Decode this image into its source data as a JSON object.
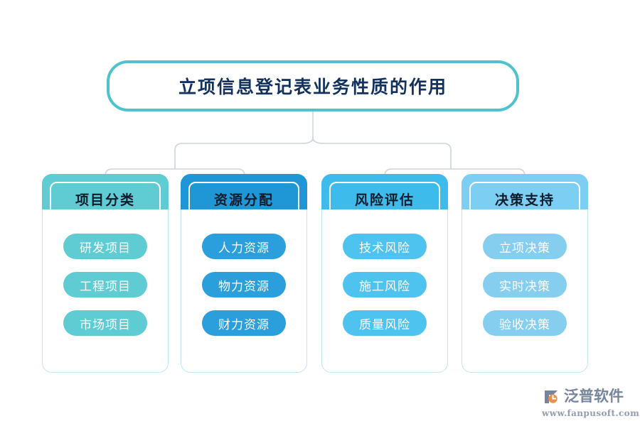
{
  "diagram": {
    "type": "org-chart",
    "root": {
      "title": "立项信息登记表业务性质的作用"
    },
    "branches": [
      {
        "header": "项目分类",
        "color": "#5FCBD3",
        "pill_color": "#5FCBD3",
        "items": [
          "研发项目",
          "工程项目",
          "市场项目"
        ]
      },
      {
        "header": "资源分配",
        "color": "#1F96D6",
        "pill_color": "#2A9FDC",
        "items": [
          "人力资源",
          "物力资源",
          "财力资源"
        ]
      },
      {
        "header": "风险评估",
        "color": "#3DBCEB",
        "pill_color": "#4FC3EF",
        "items": [
          "技术风险",
          "施工风险",
          "质量风险"
        ]
      },
      {
        "header": "决策支持",
        "color": "#7CCEF2",
        "pill_color": "#85CEF0",
        "items": [
          "立项决策",
          "实时决策",
          "验收决策"
        ]
      }
    ]
  },
  "theme": {
    "background": "#FFFFFF",
    "root_border": "#4EC3CE",
    "root_text": "#12315C",
    "card_border": "#BFE4F2",
    "connector": "#CCD4DE",
    "header_text": "#0D1B2A",
    "pill_text": "#FFFFFF"
  },
  "watermark": {
    "brand": "泛普软件",
    "url": "www.fanpusoft.com",
    "brand_color": "#6B7A94",
    "accent_color": "#E8883A"
  }
}
